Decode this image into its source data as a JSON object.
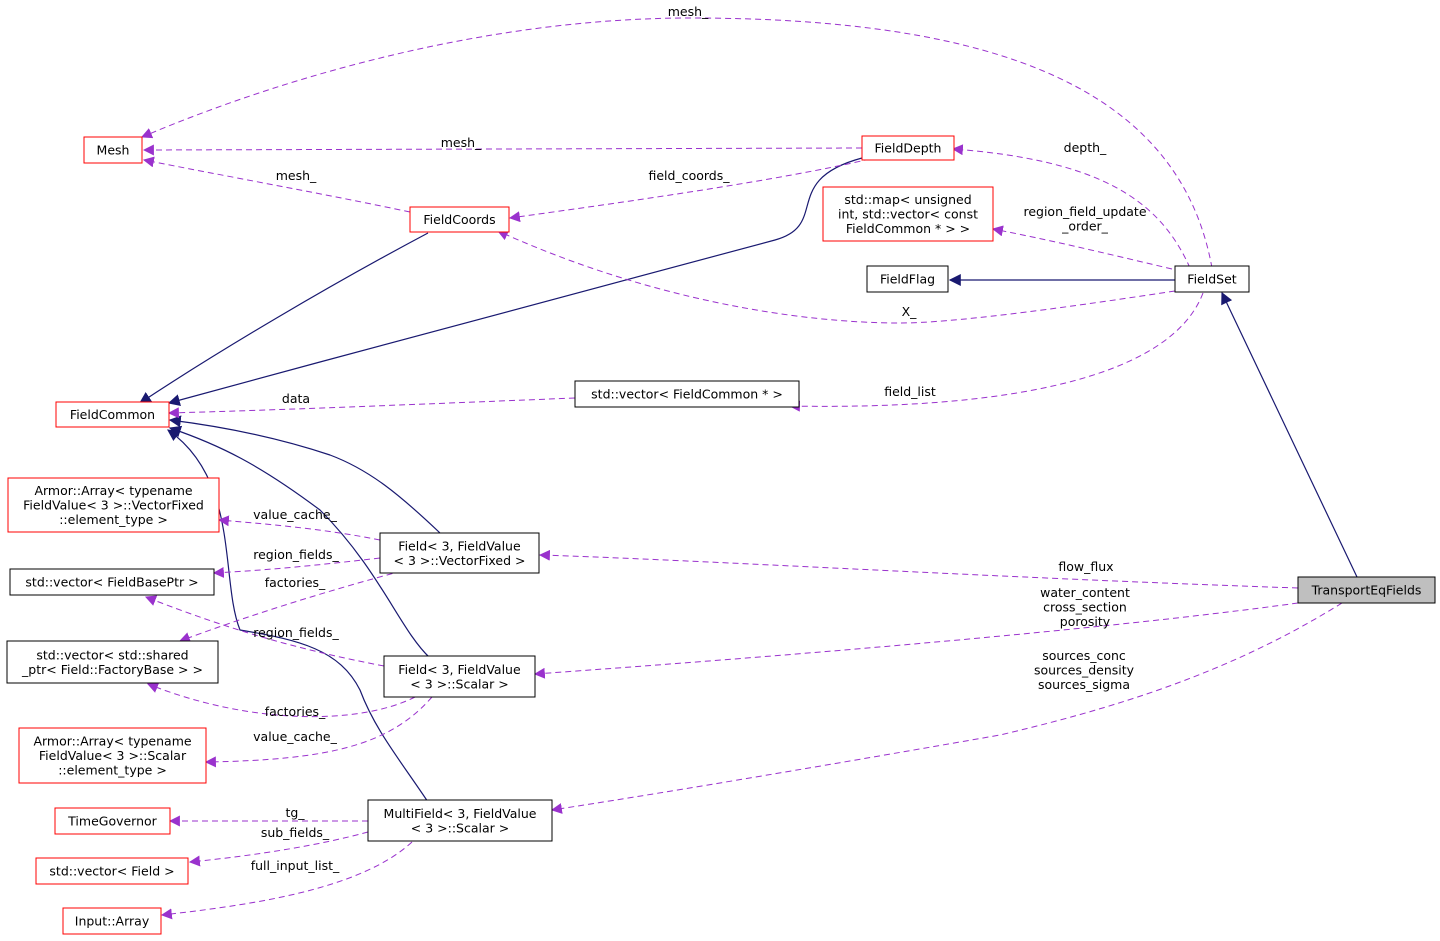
{
  "diagram": {
    "nodes": {
      "mesh": {
        "lines": [
          "Mesh"
        ]
      },
      "field_depth": {
        "lines": [
          "FieldDepth"
        ]
      },
      "field_coords": {
        "lines": [
          "FieldCoords"
        ]
      },
      "std_map": {
        "lines": [
          "std::map< unsigned",
          "int, std::vector< const",
          "FieldCommon * > >"
        ]
      },
      "field_flag": {
        "lines": [
          "FieldFlag"
        ]
      },
      "field_set": {
        "lines": [
          "FieldSet"
        ]
      },
      "std_vector_fieldcommon": {
        "lines": [
          "std::vector< FieldCommon * >"
        ]
      },
      "field_common": {
        "lines": [
          "FieldCommon"
        ]
      },
      "armor_vectorfixed": {
        "lines": [
          "Armor::Array< typename",
          "FieldValue< 3 >::VectorFixed",
          "::element_type >"
        ]
      },
      "field_vectorfixed": {
        "lines": [
          "Field< 3, FieldValue",
          "< 3 >::VectorFixed >"
        ]
      },
      "std_vector_fieldbaseptr": {
        "lines": [
          "std::vector< FieldBasePtr >"
        ]
      },
      "transport_eq_fields": {
        "lines": [
          "TransportEqFields"
        ]
      },
      "std_vector_factory": {
        "lines": [
          "std::vector< std::shared",
          "_ptr< Field::FactoryBase > >"
        ]
      },
      "field_scalar": {
        "lines": [
          "Field< 3, FieldValue",
          "< 3 >::Scalar >"
        ]
      },
      "armor_scalar": {
        "lines": [
          "Armor::Array< typename",
          "FieldValue< 3 >::Scalar",
          "::element_type >"
        ]
      },
      "time_governor": {
        "lines": [
          "TimeGovernor"
        ]
      },
      "multifield_scalar": {
        "lines": [
          "MultiField< 3, FieldValue",
          "< 3 >::Scalar >"
        ]
      },
      "std_vector_field": {
        "lines": [
          "std::vector< Field >"
        ]
      },
      "input_array": {
        "lines": [
          "Input::Array"
        ]
      }
    },
    "edge_labels": {
      "fieldset_mesh": [
        "mesh_"
      ],
      "depth_mesh": [
        "mesh_"
      ],
      "coords_mesh": [
        "mesh_"
      ],
      "depth_coords": [
        "field_coords_"
      ],
      "fieldset_depth": [
        "depth_"
      ],
      "fieldset_map": [
        "region_field_update",
        "_order_"
      ],
      "fieldset_coords": [
        "X_"
      ],
      "fieldset_list": [
        "field_list"
      ],
      "list_common": [
        "data"
      ],
      "vf_armor": [
        "value_cache_"
      ],
      "vf_regionfields": [
        "region_fields_"
      ],
      "vf_factories": [
        "factories_"
      ],
      "scalar_regionfields": [
        "region_fields_"
      ],
      "scalar_factories": [
        "factories_"
      ],
      "scalar_armor": [
        "value_cache_"
      ],
      "tef_vf": [
        "flow_flux"
      ],
      "tef_scalar": [
        "water_content",
        "cross_section",
        "porosity"
      ],
      "tef_multi": [
        "sources_conc",
        "sources_density",
        "sources_sigma"
      ],
      "multi_tg": [
        "tg_"
      ],
      "multi_subfields": [
        "sub_fields_"
      ],
      "multi_input": [
        "full_input_list_"
      ]
    }
  }
}
